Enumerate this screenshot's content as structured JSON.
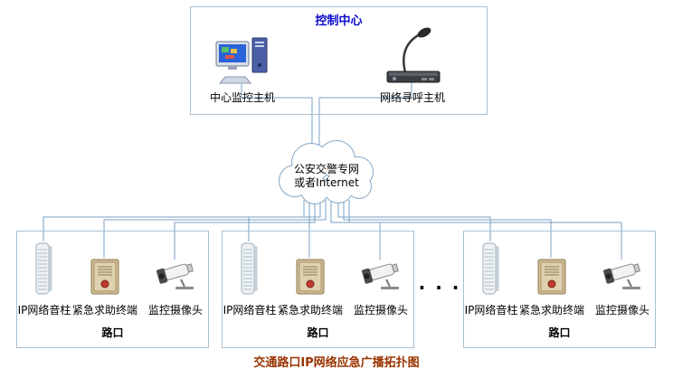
{
  "diagram": {
    "caption": "交通路口IP网络应急广播拓扑图",
    "ellipsis": "· · ·"
  },
  "control_center": {
    "title": "控制中心",
    "devices": [
      {
        "label": "中心监控主机",
        "icon": "desktop-computer-icon"
      },
      {
        "label": "网络寻呼主机",
        "icon": "paging-microphone-host-icon"
      }
    ]
  },
  "cloud": {
    "line1": "公安交警专网",
    "line2": "或者Internet"
  },
  "intersections": [
    {
      "label": "路口",
      "devices": [
        {
          "label": "IP网络音柱",
          "icon": "speaker-column-icon"
        },
        {
          "label": "紧急求助终端",
          "icon": "emergency-call-terminal-icon"
        },
        {
          "label": "监控摄像头",
          "icon": "cctv-camera-icon"
        }
      ]
    },
    {
      "label": "路口",
      "devices": [
        {
          "label": "IP网络音柱",
          "icon": "speaker-column-icon"
        },
        {
          "label": "紧急求助终端",
          "icon": "emergency-call-terminal-icon"
        },
        {
          "label": "监控摄像头",
          "icon": "cctv-camera-icon"
        }
      ]
    },
    {
      "label": "路口",
      "devices": [
        {
          "label": "IP网络音柱",
          "icon": "speaker-column-icon"
        },
        {
          "label": "紧急求助终端",
          "icon": "emergency-call-terminal-icon"
        },
        {
          "label": "监控摄像头",
          "icon": "cctv-camera-icon"
        }
      ]
    }
  ],
  "colors": {
    "box_border": "#a9bfcf",
    "connector": "#7aa0c4",
    "title_blue": "#0b0bcc",
    "caption_red": "#993300"
  }
}
